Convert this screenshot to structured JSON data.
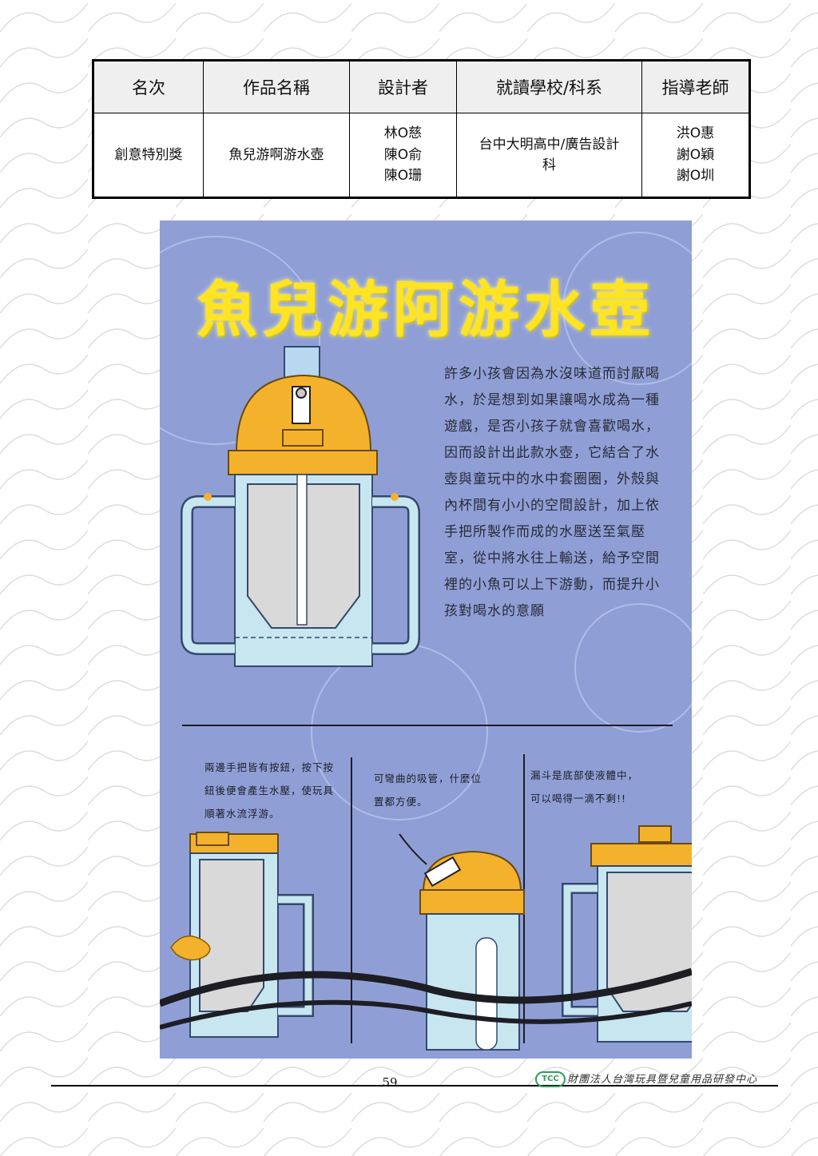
{
  "table": {
    "headers": [
      "名次",
      "作品名稱",
      "設計者",
      "就讀學校/科系",
      "指導老師"
    ],
    "row": {
      "rank": "創意特別獎",
      "work_name": "魚兒游啊游水壺",
      "designers": [
        "林O慈",
        "陳O俞",
        "陳O珊"
      ],
      "school": "台中大明高中/廣告設計科",
      "teachers": [
        "洪O惠",
        "謝O穎",
        "謝O圳"
      ]
    }
  },
  "poster": {
    "title": "魚兒游阿游水壺",
    "description": "許多小孩會因為水沒味道而討厭喝水，於是想到如果讓喝水成為一種遊戲，是否小孩子就會喜歡喝水，因而設計出此款水壺，它結合了水壺與童玩中的水中套圈圈，外殼與內杯間有小小的空間設計，加上依手把所製作而成的水壓送至氣壓室，從中將水往上輸送，給予空間裡的小魚可以上下游動，而提升小孩對喝水的意願",
    "captions": [
      "兩邊手把皆有按鈕，按下按鈕後便會產生水壓，使玩具順著水流浮游。",
      "可彎曲的吸管，什麼位置都方便。",
      "漏斗是底部使液體中，可以喝得一滴不剩!!"
    ],
    "colors": {
      "background": "#8f9fd6",
      "title": "#ffe421",
      "lid": "#f4b22c",
      "body": "#c7e6f0",
      "inner_cup": "#d9d9d9"
    }
  },
  "footer": {
    "page_number": "59",
    "logo_text": "TCC",
    "org_name": "財團法人台灣玩具暨兒童用品研發中心"
  }
}
